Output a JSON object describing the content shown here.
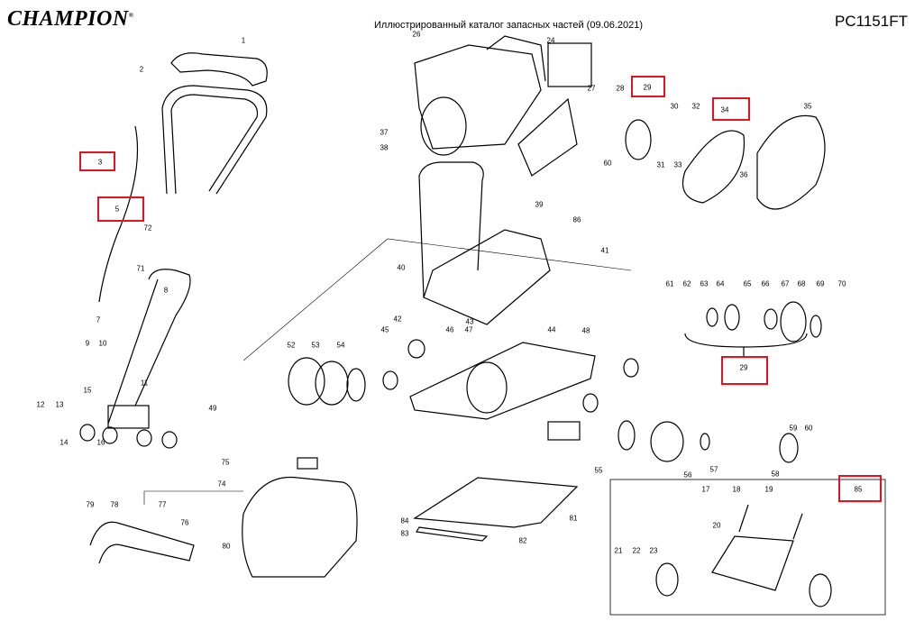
{
  "header": {
    "brand": "CHAMPION",
    "title": "Иллюстрированный каталог запасных частей (09.06.2021)",
    "model": "PC1151FT"
  },
  "callouts": [
    "1",
    "2",
    "3",
    "5",
    "72",
    "7",
    "71",
    "8",
    "9",
    "10",
    "11",
    "15",
    "12",
    "13",
    "14",
    "16",
    "26",
    "24",
    "27",
    "28",
    "29",
    "30",
    "32",
    "34",
    "35",
    "31",
    "33",
    "36",
    "37",
    "38",
    "60",
    "39",
    "86",
    "40",
    "41",
    "42",
    "43",
    "44",
    "45",
    "46",
    "47",
    "48",
    "52",
    "53",
    "54",
    "49",
    "61",
    "62",
    "63",
    "64",
    "65",
    "66",
    "67",
    "68",
    "69",
    "70",
    "29",
    "55",
    "56",
    "57",
    "58",
    "59",
    "60",
    "85",
    "75",
    "74",
    "79",
    "78",
    "77",
    "76",
    "80",
    "84",
    "83",
    "82",
    "81",
    "17",
    "18",
    "19",
    "20",
    "21",
    "22",
    "23"
  ],
  "highlighted_parts": [
    "3",
    "5",
    "29",
    "34",
    "29",
    "85"
  ],
  "highlight_color": "#e0141e"
}
